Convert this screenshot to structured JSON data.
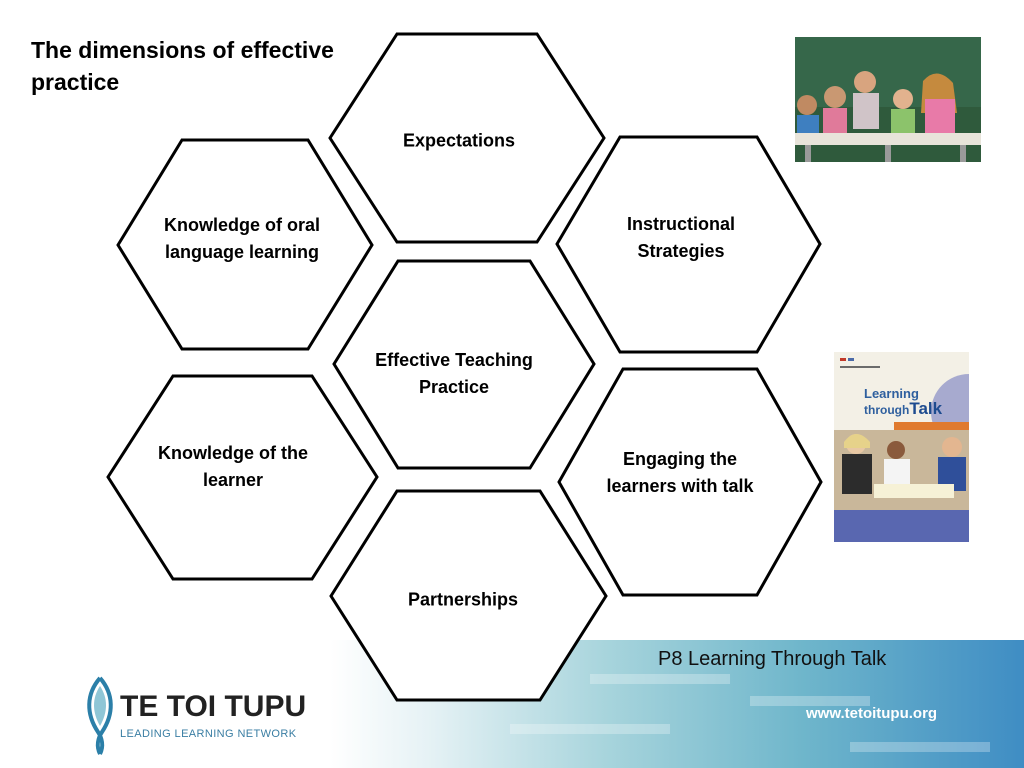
{
  "slide": {
    "title": "The dimensions of effective practice"
  },
  "hexagons": [
    {
      "id": "expectations",
      "label": "Expectations"
    },
    {
      "id": "knowledge-oral",
      "label": "Knowledge of oral language learning"
    },
    {
      "id": "instructional",
      "label": "Instructional Strategies"
    },
    {
      "id": "effective",
      "label": "Effective Teaching Practice"
    },
    {
      "id": "knowledge-learner",
      "label": "Knowledge of the learner"
    },
    {
      "id": "engaging",
      "label": "Engaging the learners with talk"
    },
    {
      "id": "partnerships",
      "label": "Partnerships"
    }
  ],
  "book": {
    "title_line1": "Learning",
    "title_line2": "through",
    "title_line3": "Talk"
  },
  "footer": {
    "caption": "P8 Learning Through Talk",
    "url": "www.tetoitupu.org"
  },
  "logo": {
    "name": "TE TOI TUPU",
    "tagline": "LEADING LEARNING NETWORK"
  },
  "colors": {
    "hex_stroke": "#000000",
    "footer_blue": "#3f8dc4",
    "logo_teal": "#3a7ea3"
  }
}
